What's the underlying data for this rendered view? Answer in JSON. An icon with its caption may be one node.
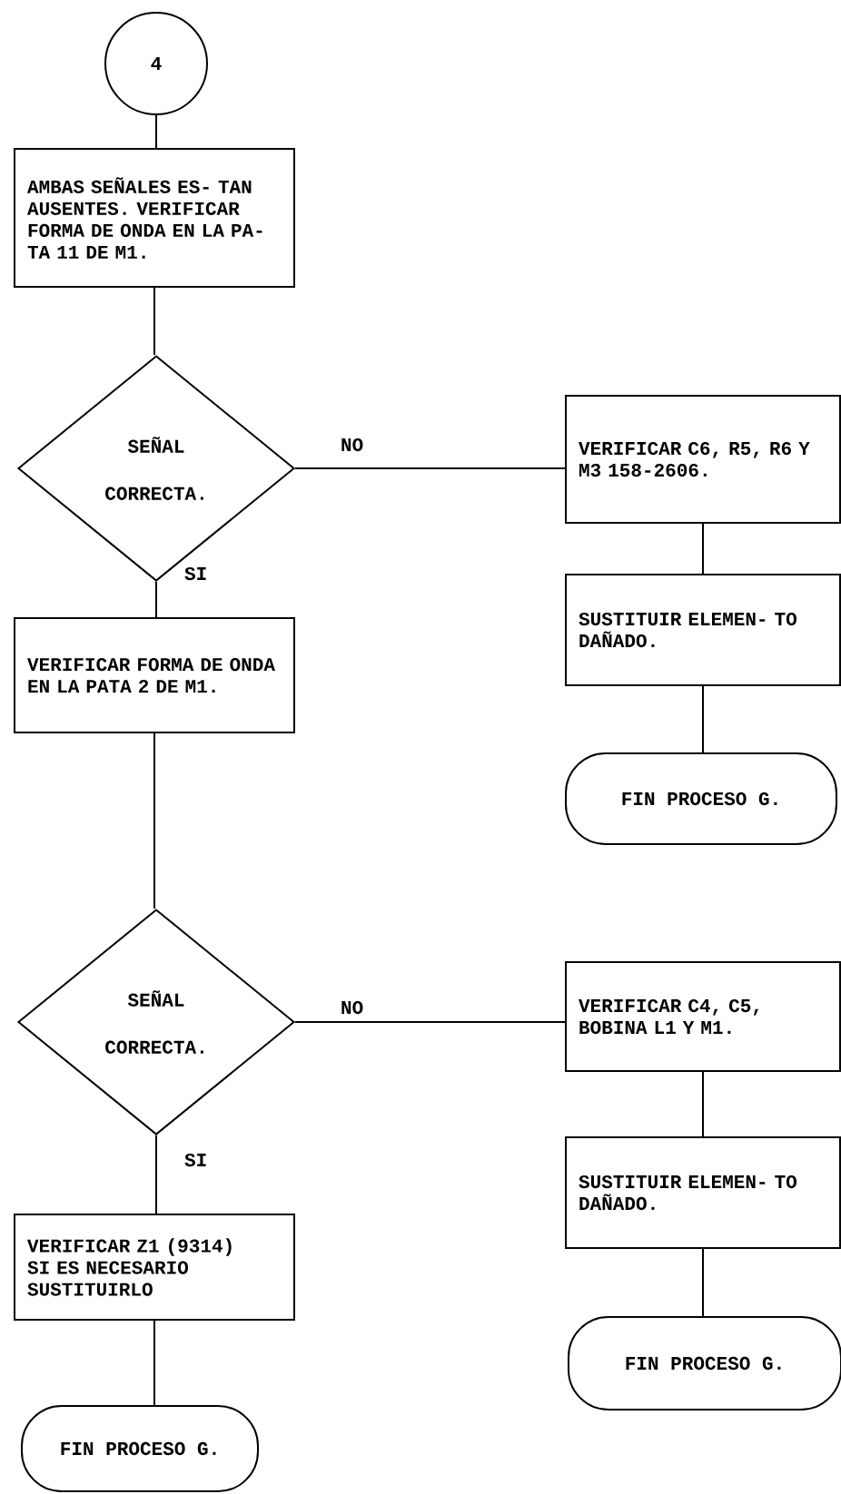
{
  "diagram": {
    "nodes": [
      {
        "text": [
          "4"
        ]
      },
      {
        "text": [
          "AMBAS SEÑALES ES- TAN AUSENTES. VERIFICAR FORMA DE ONDA EN LA PA- TA 11 DE M1."
        ]
      },
      {
        "text": [
          "SEÑAL CORRECTA."
        ]
      },
      {
        "text": [
          "VERIFICAR C6, R5, R6 Y M3 158-2606."
        ]
      },
      {
        "text": [
          "SUSTITUIR ELEMEN- TO DAÑADO."
        ]
      },
      {
        "text": [
          "FIN PROCESO G."
        ]
      },
      {
        "text": [
          "VERIFICAR FORMA DE ONDA EN LA PATA 2 DE M1."
        ]
      },
      {
        "text": [
          "SEÑAL CORRECTA."
        ]
      },
      {
        "text": [
          "VERIFICAR C4, C5, BOBINA L1 Y M1."
        ]
      },
      {
        "text": [
          "SUSTITUIR ELEMEN- TO DAÑADO."
        ]
      },
      {
        "text": [
          "FIN PROCESO G."
        ]
      },
      {
        "text": [
          "VERIFICAR Z1 (9314) SI ES NECESARIO SUSTITUIRLO"
        ]
      },
      {
        "text": [
          "FIN PROCESO G."
        ]
      }
    ],
    "edges": [
      {
        "from": 0,
        "to": 1,
        "arrow": "none"
      },
      {
        "from": 1,
        "to": 2,
        "arrow": "none"
      },
      {
        "from": 2,
        "to": 3,
        "arrow": "none",
        "label": "NO"
      },
      {
        "from": 3,
        "to": 4,
        "arrow": "none"
      },
      {
        "from": 4,
        "to": 5,
        "arrow": "none"
      },
      {
        "from": 2,
        "to": 6,
        "arrow": "none",
        "label": "SI"
      },
      {
        "from": 6,
        "to": 7,
        "arrow": "none"
      },
      {
        "from": 7,
        "to": 8,
        "arrow": "none",
        "label": "NO"
      },
      {
        "from": 8,
        "to": 9,
        "arrow": "none"
      },
      {
        "from": 9,
        "to": 10,
        "arrow": "none"
      },
      {
        "from": 7,
        "to": 11,
        "arrow": "none",
        "label": "SI"
      },
      {
        "from": 11,
        "to": 12,
        "arrow": "none"
      }
    ]
  }
}
